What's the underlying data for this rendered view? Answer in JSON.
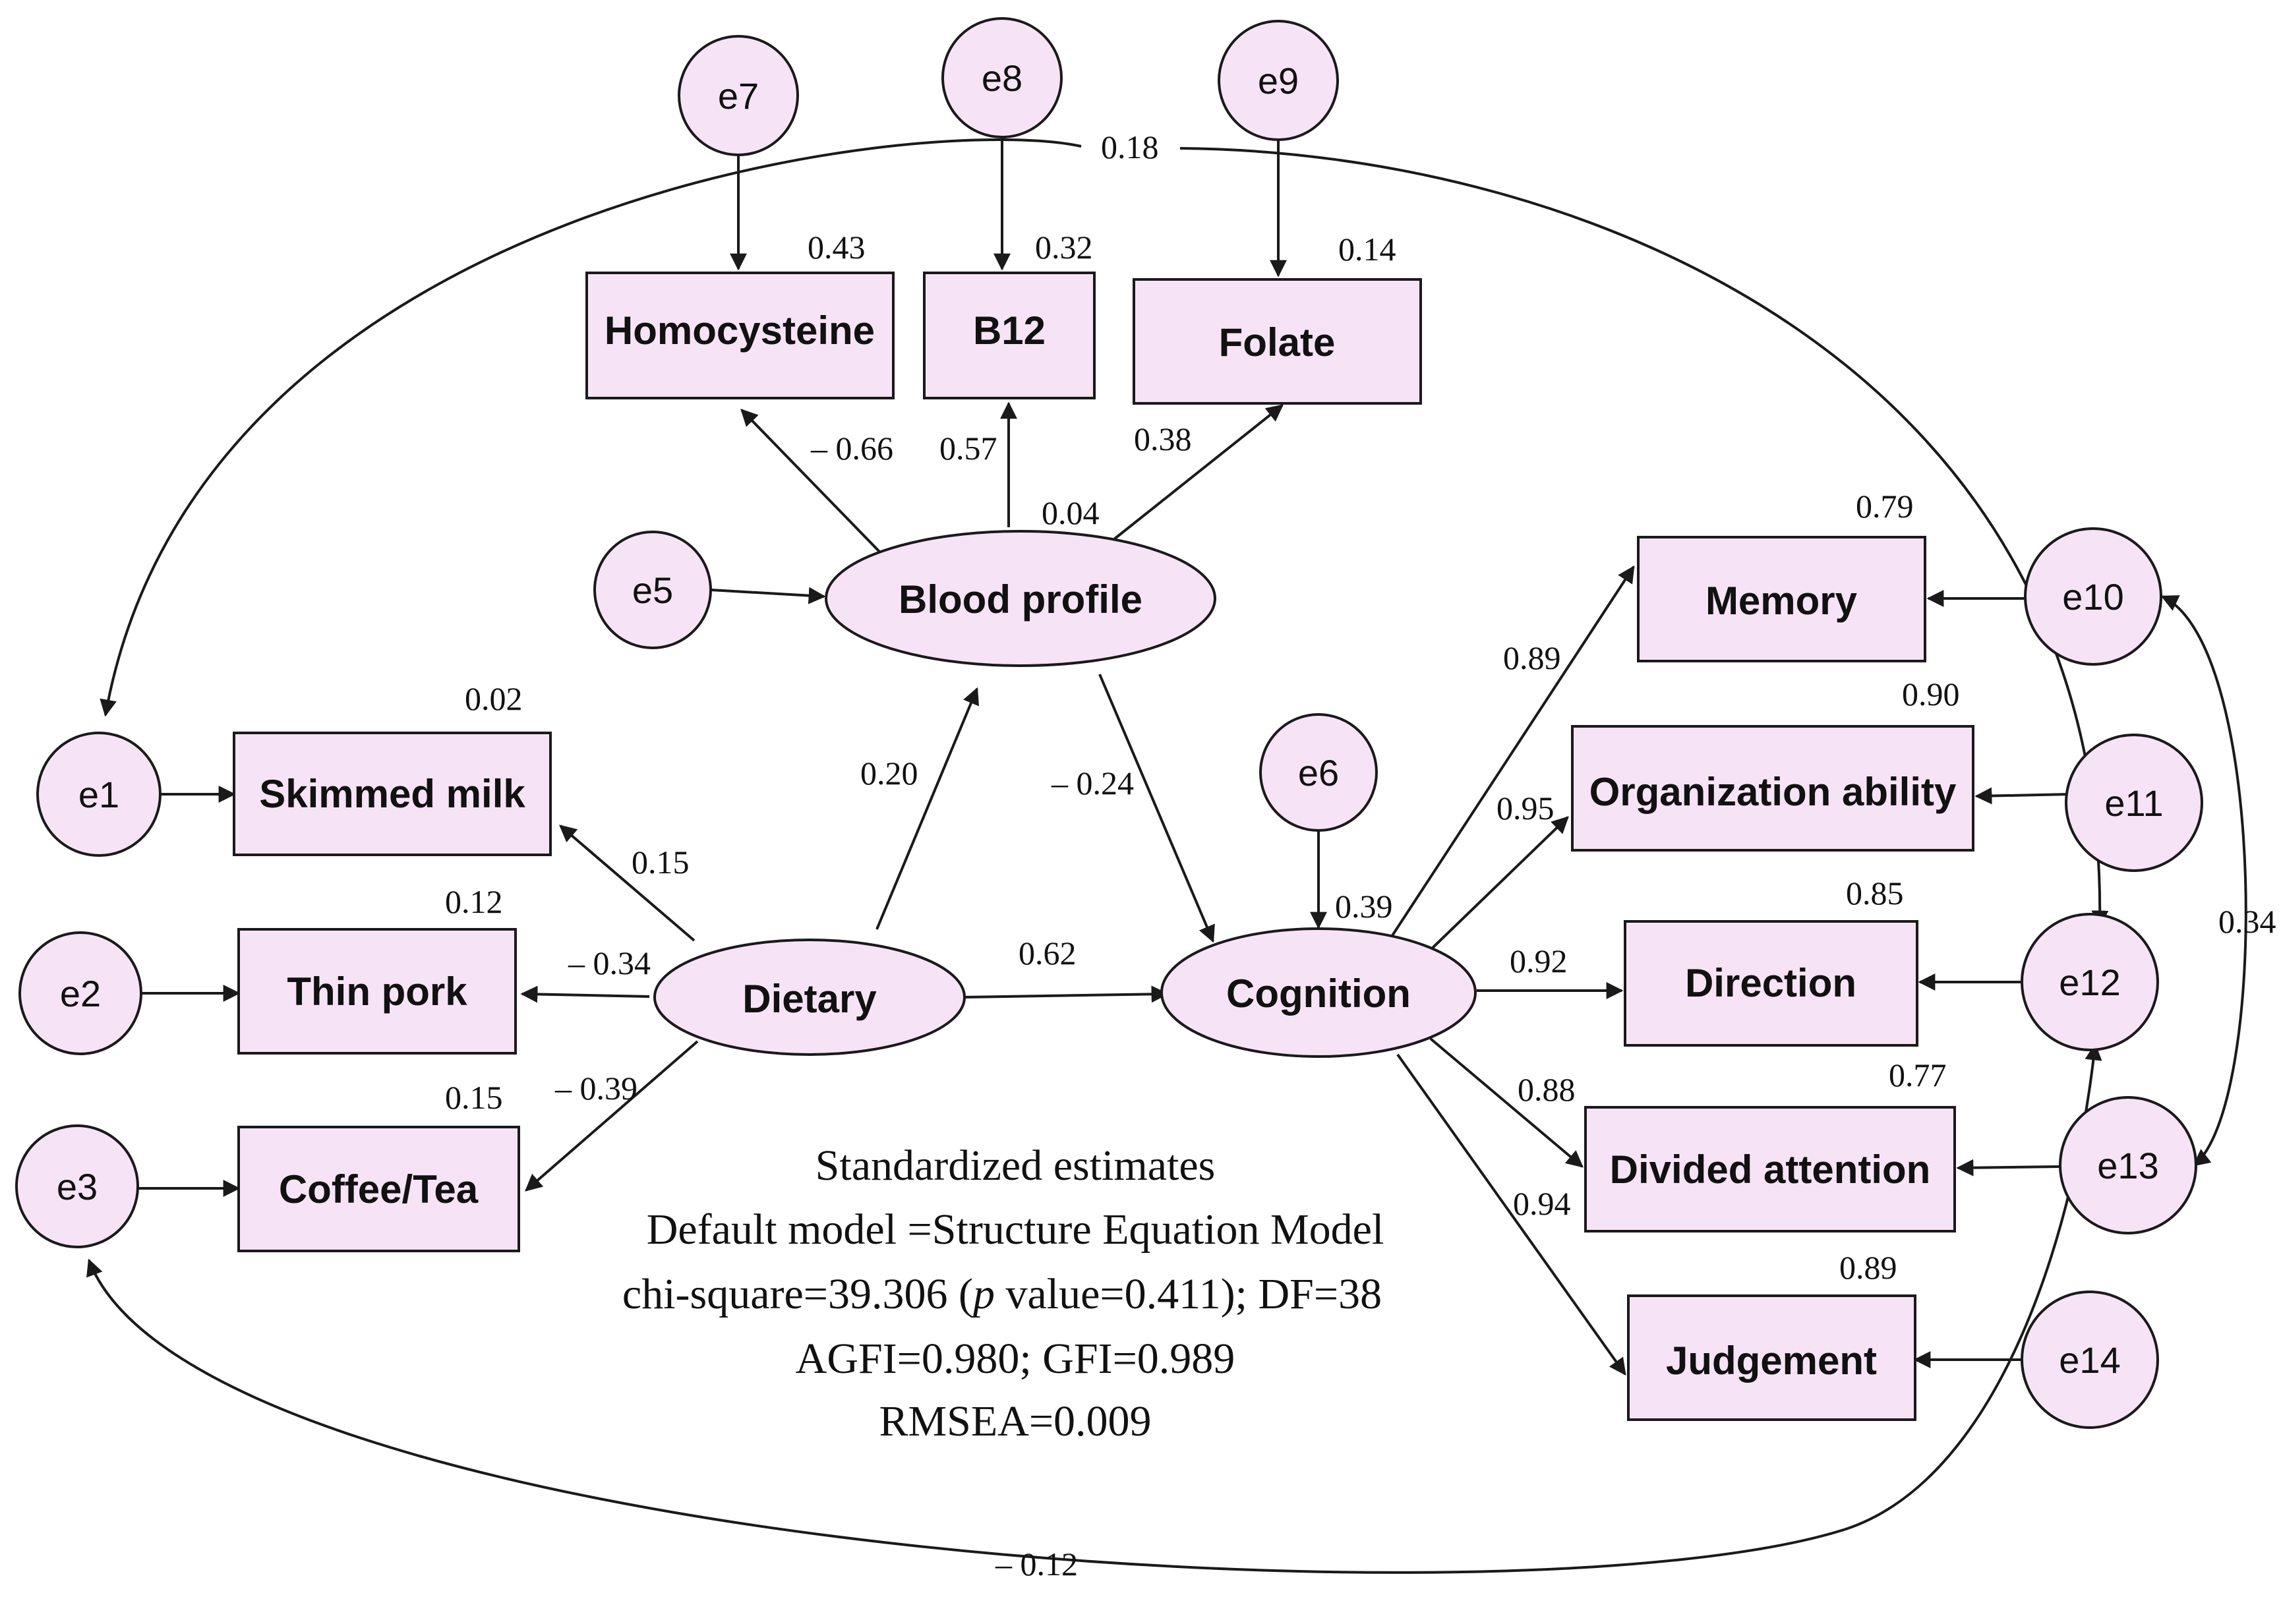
{
  "nodes": {
    "homocysteine": "Homocysteine",
    "b12": "B12",
    "folate": "Folate",
    "blood_profile": "Blood profile",
    "dietary": "Dietary",
    "cognition": "Cognition",
    "skimmed_milk": "Skimmed milk",
    "thin_pork": "Thin pork",
    "coffee_tea": "Coffee/Tea",
    "memory": "Memory",
    "organization_ability": "Organization ability",
    "direction": "Direction",
    "divided_attention": "Divided attention",
    "judgement": "Judgement"
  },
  "errors": {
    "e1": "e1",
    "e2": "e2",
    "e3": "e3",
    "e5": "e5",
    "e6": "e6",
    "e7": "e7",
    "e8": "e8",
    "e9": "e9",
    "e10": "e10",
    "e11": "e11",
    "e12": "e12",
    "e13": "e13",
    "e14": "e14"
  },
  "estimates": {
    "r2_homocysteine": "0.43",
    "r2_b12": "0.32",
    "r2_folate": "0.14",
    "r2_blood_profile": "0.04",
    "r2_cognition": "0.39",
    "r2_skimmed_milk": "0.02",
    "r2_thin_pork": "0.12",
    "r2_coffee_tea": "0.15",
    "r2_memory": "0.79",
    "r2_organization": "0.90",
    "r2_direction": "0.85",
    "r2_divided": "0.77",
    "r2_judgement": "0.89",
    "bp_homocysteine": "– 0.66",
    "bp_b12": "0.57",
    "bp_folate": "0.38",
    "diet_blood": "0.20",
    "blood_cog": "– 0.24",
    "diet_cog": "0.62",
    "diet_milk": "0.15",
    "diet_pork": "– 0.34",
    "diet_coffee": "– 0.39",
    "cog_memory": "0.89",
    "cog_org": "0.95",
    "cog_direction": "0.92",
    "cog_divided": "0.88",
    "cog_judgement": "0.94",
    "cov_e1_e12": "0.18",
    "cov_e10_e13": "0.34",
    "cov_e3_e12": "– 0.12"
  },
  "notes": {
    "line1": "Standardized estimates",
    "line2": "Default model =Structure Equation Model",
    "line3_prefix": "chi-square=39.306 (",
    "line3_p": "p",
    "line3_suffix": " value=0.411); DF=38",
    "line4": "AGFI=0.980; GFI=0.989",
    "line5": "RMSEA=0.009"
  }
}
